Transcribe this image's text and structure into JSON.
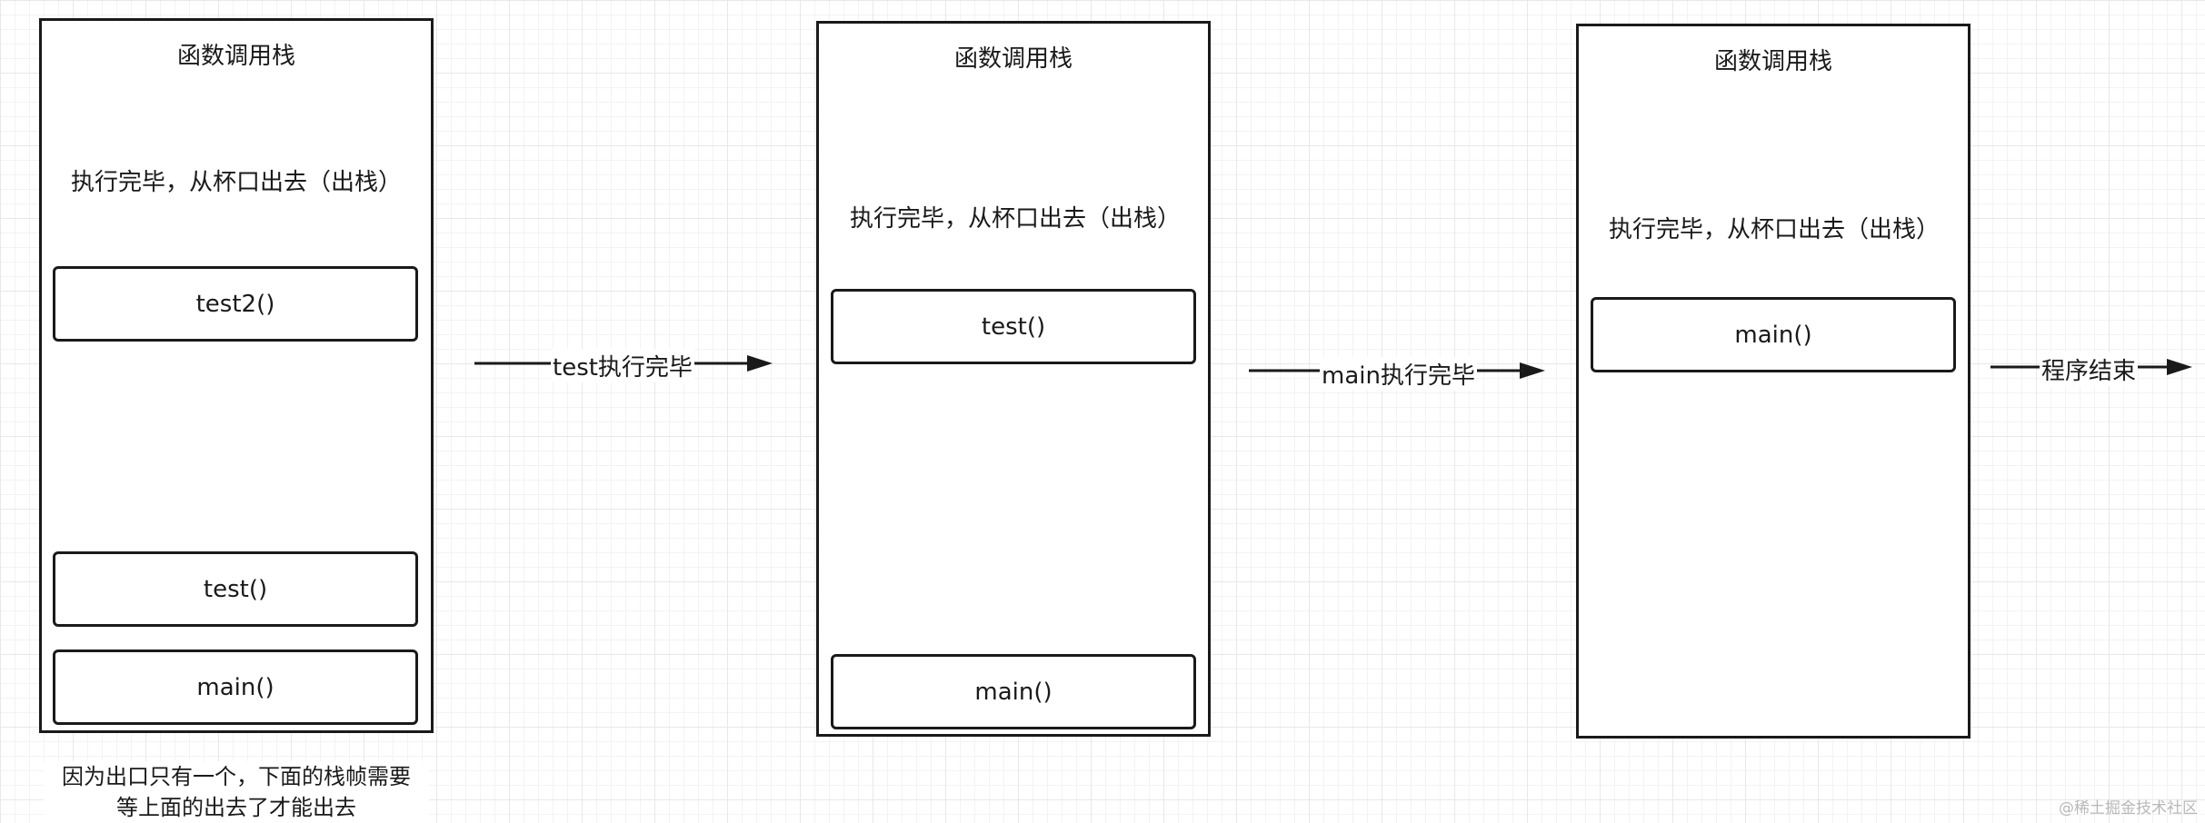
{
  "stacks": [
    {
      "title": "函数调用栈",
      "exit_label": "执行完毕，从杯口出去（出栈）",
      "frames": [
        "test2()",
        "test()",
        "main()"
      ]
    },
    {
      "title": "函数调用栈",
      "exit_label": "执行完毕，从杯口出去（出栈）",
      "frames": [
        "test()",
        "main()"
      ]
    },
    {
      "title": "函数调用栈",
      "exit_label": "执行完毕，从杯口出去（出栈）",
      "frames": [
        "main()"
      ]
    }
  ],
  "transitions": [
    "test执行完毕",
    "main执行完毕",
    "程序结束"
  ],
  "note": {
    "line1": "因为出口只有一个，下面的栈帧需要",
    "line2": "等上面的出去了才能出去"
  },
  "watermark": "@稀土掘金技术社区"
}
